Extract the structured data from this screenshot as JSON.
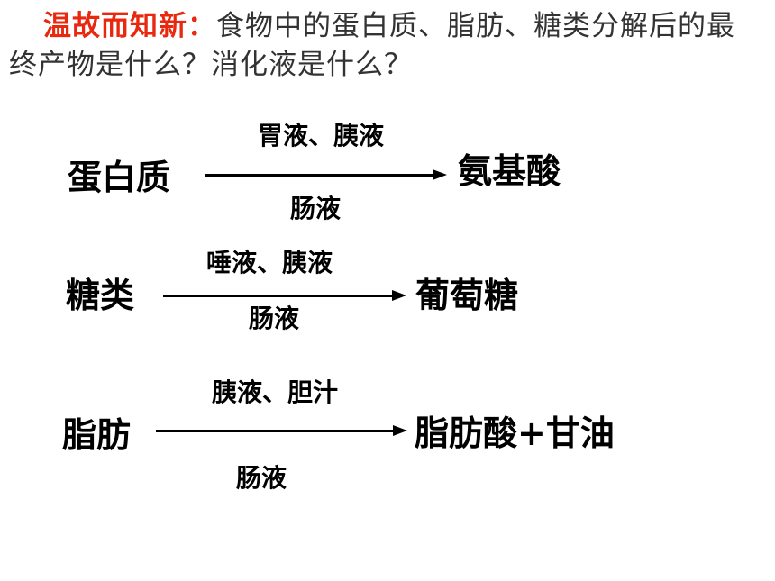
{
  "heading": {
    "lead": "温故而知新：",
    "question": "食物中的蛋白质、脂肪、糖类分解后的最终产物是什么？消化液是什么？"
  },
  "rows": [
    {
      "nutrient": "蛋白质",
      "juices_above": "胃液、胰液",
      "juices_below": "肠液",
      "product": "氨基酸"
    },
    {
      "nutrient": "糖类",
      "juices_above": "唾液、胰液",
      "juices_below": "肠液",
      "product": "葡萄糖"
    },
    {
      "nutrient": "脂肪",
      "juices_above": "胰液、胆汁",
      "juices_below": "肠液",
      "product": "脂肪酸+甘油"
    }
  ],
  "colors": {
    "lead": "#e8280f",
    "text": "#333333",
    "diagram": "#000000"
  }
}
